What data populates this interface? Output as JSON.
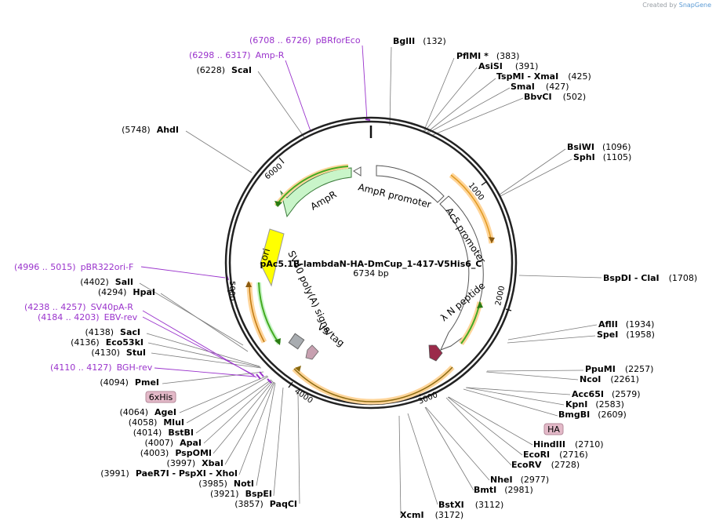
{
  "credit": {
    "prefix": "Created by",
    "brand": "SnapGene"
  },
  "plasmid": {
    "name": "pAc5.1B-lambdaN-HA-DmCup_1-417-V5His6_C",
    "size_label": "6734 bp",
    "length": 6734
  },
  "ticks": [
    "1000",
    "2000",
    "3000",
    "4000",
    "5000",
    "6000"
  ],
  "features": [
    {
      "name": "AmpR promoter"
    },
    {
      "name": "AmpR"
    },
    {
      "name": "ori"
    },
    {
      "name": "Ac5 promoter"
    },
    {
      "name": "λ N peptide"
    },
    {
      "name": "V5 tag"
    },
    {
      "name": "SV40 poly(A) signal"
    }
  ],
  "badges": [
    {
      "name": "6xHis"
    },
    {
      "name": "HA"
    }
  ],
  "primers": [
    {
      "range": "(6708 .. 6726)",
      "name": "pBRforEco"
    },
    {
      "range": "(6298 .. 6317)",
      "name": "Amp-R"
    },
    {
      "range": "(4996 .. 5015)",
      "name": "pBR322ori-F"
    },
    {
      "range": "(4238 .. 4257)",
      "name": "SV40pA-R"
    },
    {
      "range": "(4184 .. 4203)",
      "name": "EBV-rev"
    },
    {
      "range": "(4110 .. 4127)",
      "name": "BGH-rev"
    }
  ],
  "sites_right": [
    {
      "name": "BglII",
      "pos": "(132)"
    },
    {
      "name": "PflMI *",
      "pos": "(383)"
    },
    {
      "name": "AsiSI",
      "pos": "(391)"
    },
    {
      "name": "TspMI - XmaI",
      "pos": "(425)"
    },
    {
      "name": "SmaI",
      "pos": "(427)"
    },
    {
      "name": "BbvCI",
      "pos": "(502)"
    },
    {
      "name": "BsiWI",
      "pos": "(1096)"
    },
    {
      "name": "SphI",
      "pos": "(1105)"
    },
    {
      "name": "BspDI - ClaI",
      "pos": "(1708)"
    },
    {
      "name": "AflII",
      "pos": "(1934)"
    },
    {
      "name": "SpeI",
      "pos": "(1958)"
    },
    {
      "name": "PpuMI",
      "pos": "(2257)"
    },
    {
      "name": "NcoI",
      "pos": "(2261)"
    },
    {
      "name": "Acc65I",
      "pos": "(2579)"
    },
    {
      "name": "KpnI",
      "pos": "(2583)"
    },
    {
      "name": "BmgBI",
      "pos": "(2609)"
    },
    {
      "name": "HindIII",
      "pos": "(2710)"
    },
    {
      "name": "EcoRI",
      "pos": "(2716)"
    },
    {
      "name": "EcoRV",
      "pos": "(2728)"
    },
    {
      "name": "NheI",
      "pos": "(2977)"
    },
    {
      "name": "BmtI",
      "pos": "(2981)"
    },
    {
      "name": "BstXI",
      "pos": "(3112)"
    },
    {
      "name": "XcmI",
      "pos": "(3172)"
    }
  ],
  "sites_left": [
    {
      "name": "ScaI",
      "pos": "(6228)"
    },
    {
      "name": "AhdI",
      "pos": "(5748)"
    },
    {
      "name": "SalI",
      "pos": "(4402)"
    },
    {
      "name": "HpaI",
      "pos": "(4294)"
    },
    {
      "name": "SacI",
      "pos": "(4138)"
    },
    {
      "name": "Eco53kI",
      "pos": "(4136)"
    },
    {
      "name": "StuI",
      "pos": "(4130)"
    },
    {
      "name": "PmeI",
      "pos": "(4094)"
    },
    {
      "name": "AgeI",
      "pos": "(4064)"
    },
    {
      "name": "MluI",
      "pos": "(4058)"
    },
    {
      "name": "BstBI",
      "pos": "(4014)"
    },
    {
      "name": "ApaI",
      "pos": "(4007)"
    },
    {
      "name": "PspOMI",
      "pos": "(4003)"
    },
    {
      "name": "XbaI",
      "pos": "(3997)"
    },
    {
      "name": "PaeR7I - PspXI - XhoI",
      "pos": "(3991)"
    },
    {
      "name": "NotI",
      "pos": "(3985)"
    },
    {
      "name": "BspEI",
      "pos": "(3921)"
    },
    {
      "name": "PaqCI",
      "pos": "(3857)"
    }
  ]
}
